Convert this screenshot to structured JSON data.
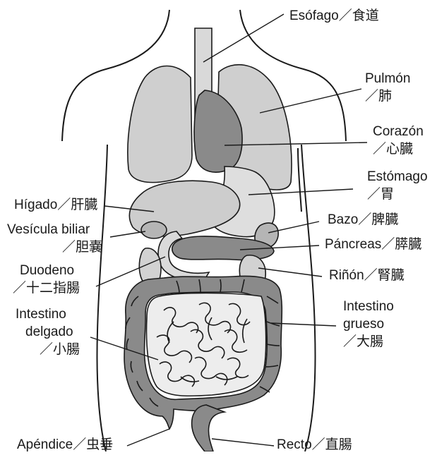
{
  "labels": {
    "esophagus": "Esófago／食道",
    "lung_1": "Pulmón",
    "lung_2": "／肺",
    "heart_1": "Corazón",
    "heart_2": "／心臓",
    "stomach_1": "Estómago",
    "stomach_2": "／胃",
    "liver": "Hígado／肝臓",
    "spleen": "Bazo／脾臓",
    "gallbladder_1": "Vesícula biliar",
    "gallbladder_2": "／胆嚢",
    "pancreas": "Páncreas／膵臓",
    "duodenum_1": "Duodeno",
    "duodenum_2": "／十二指腸",
    "kidney": "Riñón／腎臓",
    "small_intestine_1": "Intestino",
    "small_intestine_2": "delgado",
    "small_intestine_3": "／小腸",
    "large_intestine_1": "Intestino",
    "large_intestine_2": "grueso",
    "large_intestine_3": "／大腸",
    "appendix": "Apéndice／虫垂",
    "rectum": "Recto／直腸"
  },
  "colors": {
    "light_organ": "#cfcfcf",
    "mid_organ": "#b5b5b5",
    "dark_organ": "#8a8a8a",
    "intestine_light": "#ededed",
    "outline": "#1a1a1a"
  }
}
